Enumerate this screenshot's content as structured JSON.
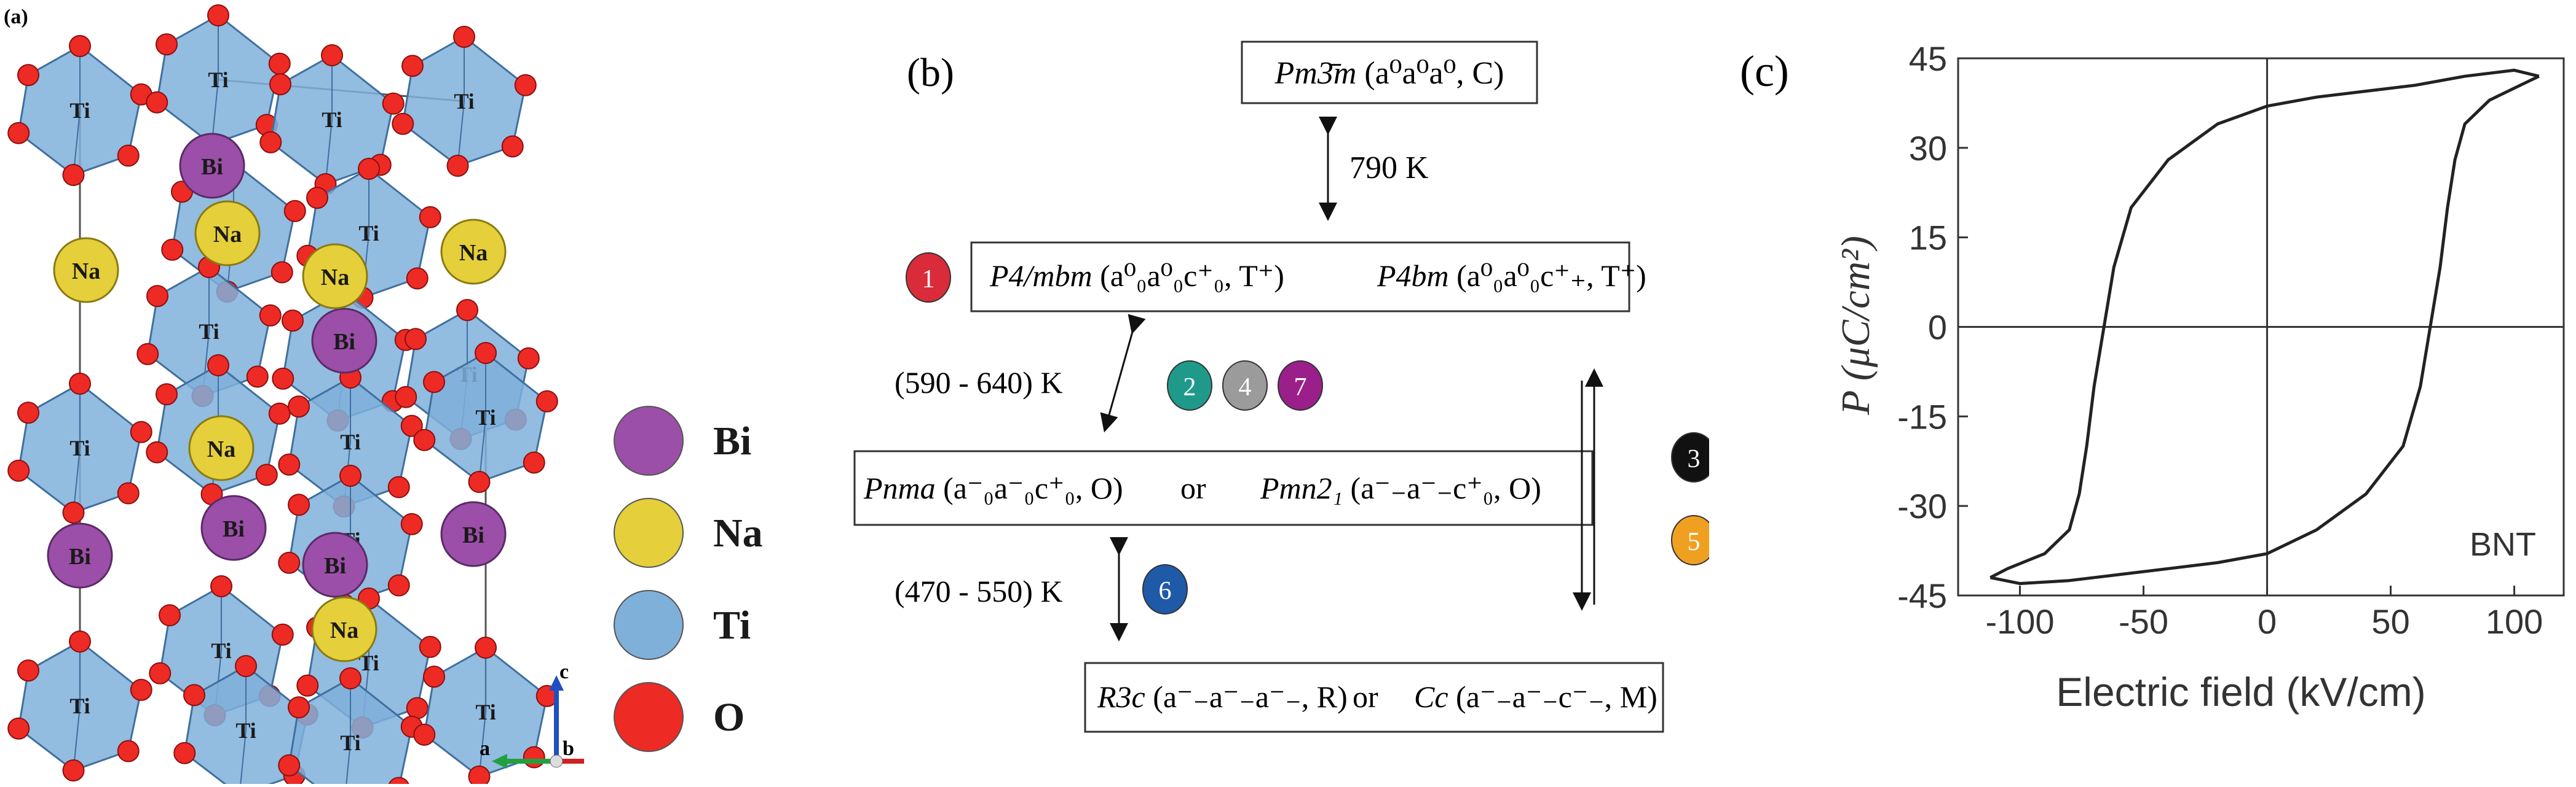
{
  "panel_a": {
    "label": "(a)",
    "legend": [
      {
        "text": "Bi",
        "color": "#9b4fa8"
      },
      {
        "text": "Na",
        "color": "#e5cf3a"
      },
      {
        "text": "Ti",
        "color": "#7fb0da"
      },
      {
        "text": "O",
        "color": "#ee2a24"
      }
    ],
    "axes": {
      "a": "a",
      "b": "b",
      "c": "c"
    },
    "atom_labels": {
      "ti": "Ti",
      "bi": "Bi",
      "na": "Na"
    }
  },
  "panel_b": {
    "label": "(b)",
    "top_box": {
      "group": "Pm3̄m",
      "tilt": "(a⁰a⁰a⁰, C)"
    },
    "t1": "790 K",
    "box1": {
      "left_group": "P4/mbm",
      "left_tilt": "(a⁰₀a⁰₀c⁺₀, T⁺)",
      "right_group": "P4bm",
      "right_tilt": "(a⁰₀a⁰₀c⁺₊, T⁺)"
    },
    "t2": "(590 - 640) K",
    "box2": {
      "left_group": "Pnma",
      "left_tilt": "(a⁻₀a⁻₀c⁺₀, O)",
      "or": "or",
      "right_group": "Pmn2₁",
      "right_tilt": "(a⁻₋a⁻₋c⁺₀, O)"
    },
    "t3": "(470 - 550) K",
    "box3": {
      "left_group": "R3c",
      "left_tilt": "(a⁻₋a⁻₋a⁻₋, R)",
      "or": "or",
      "right_group": "Cc",
      "right_tilt": "(a⁻₋a⁻₋c⁻₋, M)"
    },
    "circles": [
      {
        "num": "1",
        "color": "#d92b3a"
      },
      {
        "num": "2",
        "color": "#1f9a8a"
      },
      {
        "num": "4",
        "color": "#9b9b9b"
      },
      {
        "num": "7",
        "color": "#9a1f8a"
      },
      {
        "num": "6",
        "color": "#1f5aa8"
      },
      {
        "num": "3",
        "color": "#111111"
      },
      {
        "num": "5",
        "color": "#f0a020"
      }
    ]
  },
  "panel_c": {
    "label": "(c)",
    "chart_data": {
      "type": "line",
      "title": "",
      "xlabel": "Electric field (kV/cm)",
      "ylabel": "P (μC/cm²)",
      "annotation": "BNT",
      "xlim": [
        -125,
        120
      ],
      "ylim": [
        -45,
        45
      ],
      "xticks": [
        -100,
        -50,
        0,
        50,
        100
      ],
      "yticks": [
        45,
        30,
        15,
        0,
        -15,
        -30,
        -45
      ],
      "grid": false,
      "series": [
        {
          "x": [
            110,
            100,
            80,
            60,
            40,
            20,
            0,
            -20,
            -40,
            -55,
            -62,
            -66,
            -70,
            -73,
            -76,
            -80,
            -90,
            -105,
            -112
          ],
          "y": [
            42,
            43,
            42,
            40.5,
            39.5,
            38.5,
            37,
            34,
            28,
            20,
            10,
            0,
            -10,
            -20,
            -28,
            -34,
            -38,
            -40.5,
            -42
          ]
        },
        {
          "x": [
            -112,
            -100,
            -80,
            -60,
            -40,
            -20,
            0,
            20,
            40,
            55,
            62,
            66,
            70,
            73,
            76,
            80,
            90,
            105,
            110
          ],
          "y": [
            -42,
            -43,
            -42.5,
            -41.5,
            -40.5,
            -39.5,
            -38,
            -34,
            -28,
            -20,
            -10,
            0,
            10,
            20,
            28,
            34,
            38,
            41,
            42
          ]
        }
      ]
    }
  }
}
